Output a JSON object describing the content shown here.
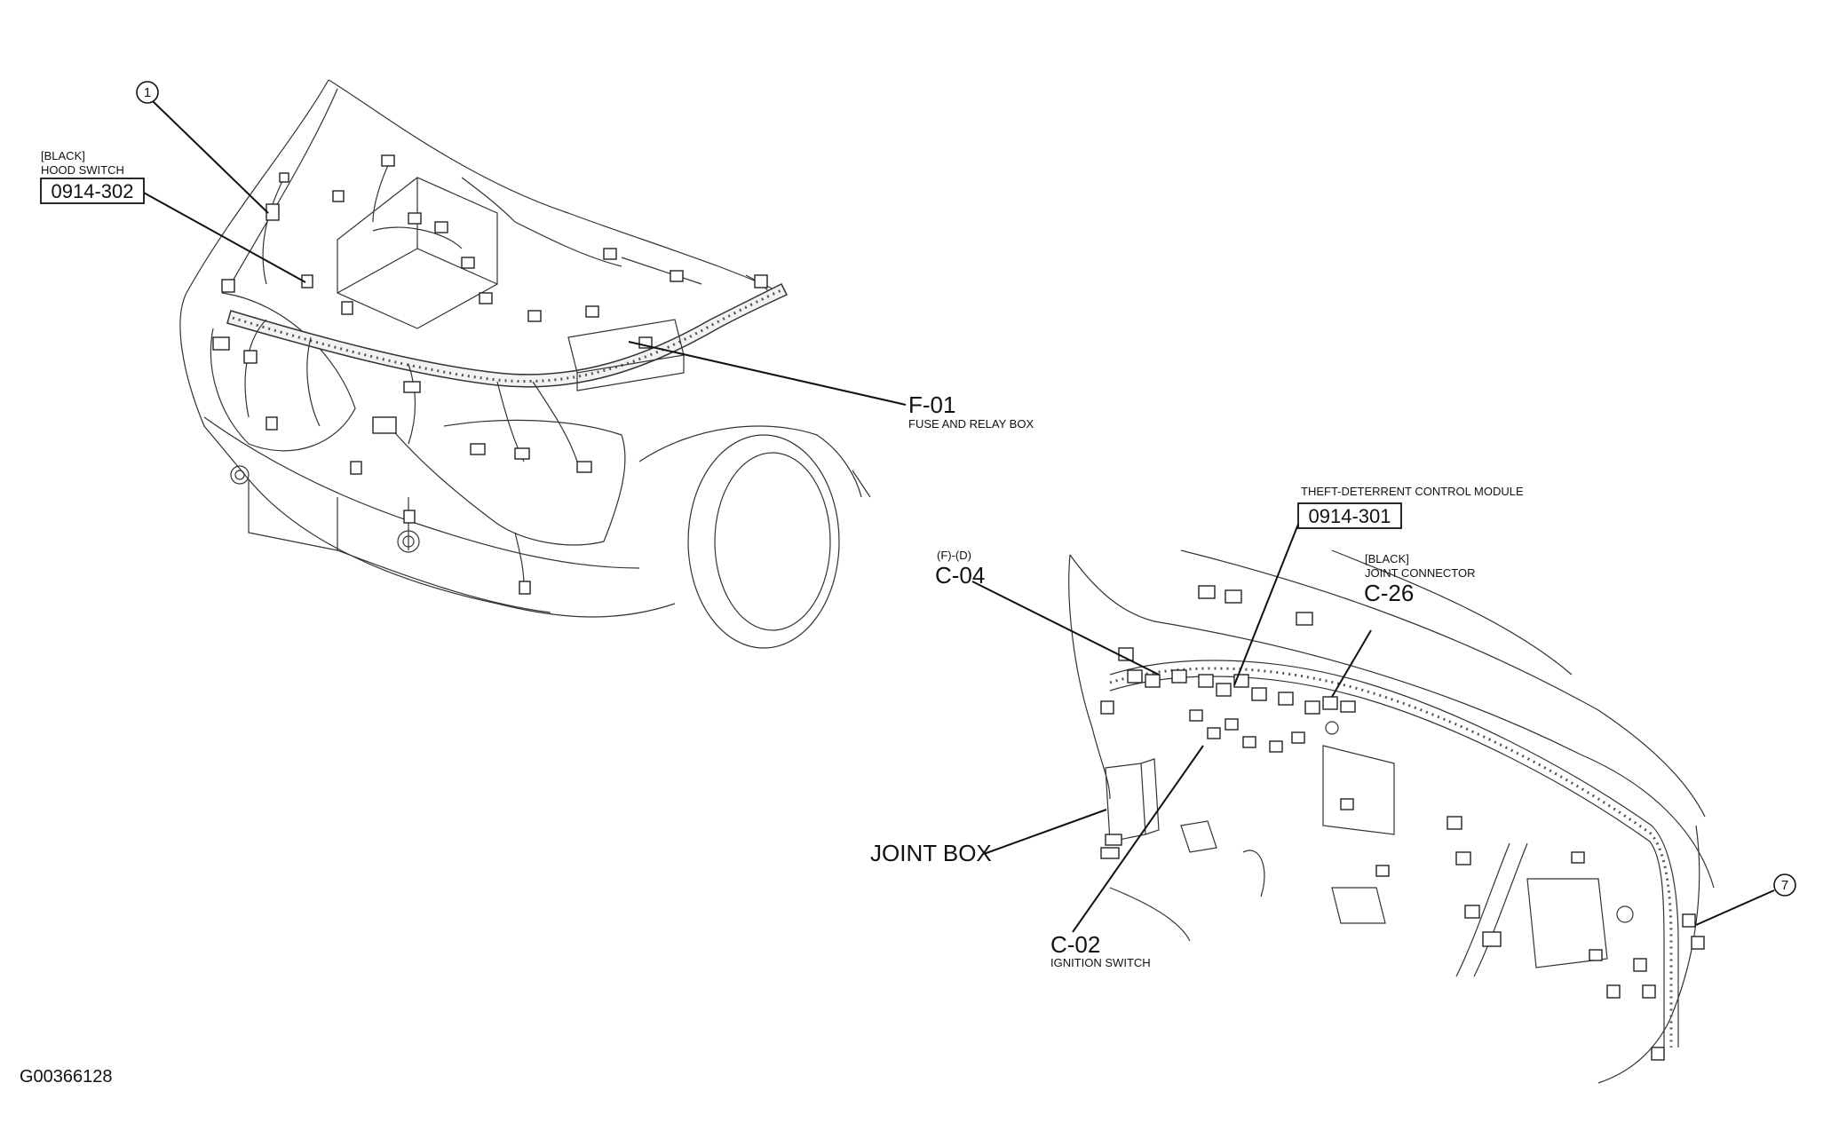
{
  "figure_id": "G00366128",
  "callouts": {
    "c1": "1",
    "c7": "7"
  },
  "engine_bay": {
    "hood_switch": {
      "color_note": "[BLACK]",
      "name": "HOOD SWITCH",
      "code": "0914-302"
    },
    "fuse_box": {
      "code": "F-01",
      "name": "FUSE AND RELAY BOX"
    }
  },
  "dashboard": {
    "theft_module": {
      "name": "THEFT-DETERRENT CONTROL MODULE",
      "code": "0914-301"
    },
    "c04": {
      "note": "(F)-(D)",
      "code": "C-04"
    },
    "c26": {
      "color_note": "[BLACK]",
      "name": "JOINT CONNECTOR",
      "code": "C-26"
    },
    "joint_box": {
      "name": "JOINT BOX"
    },
    "c02": {
      "code": "C-02",
      "name": "IGNITION SWITCH"
    }
  }
}
